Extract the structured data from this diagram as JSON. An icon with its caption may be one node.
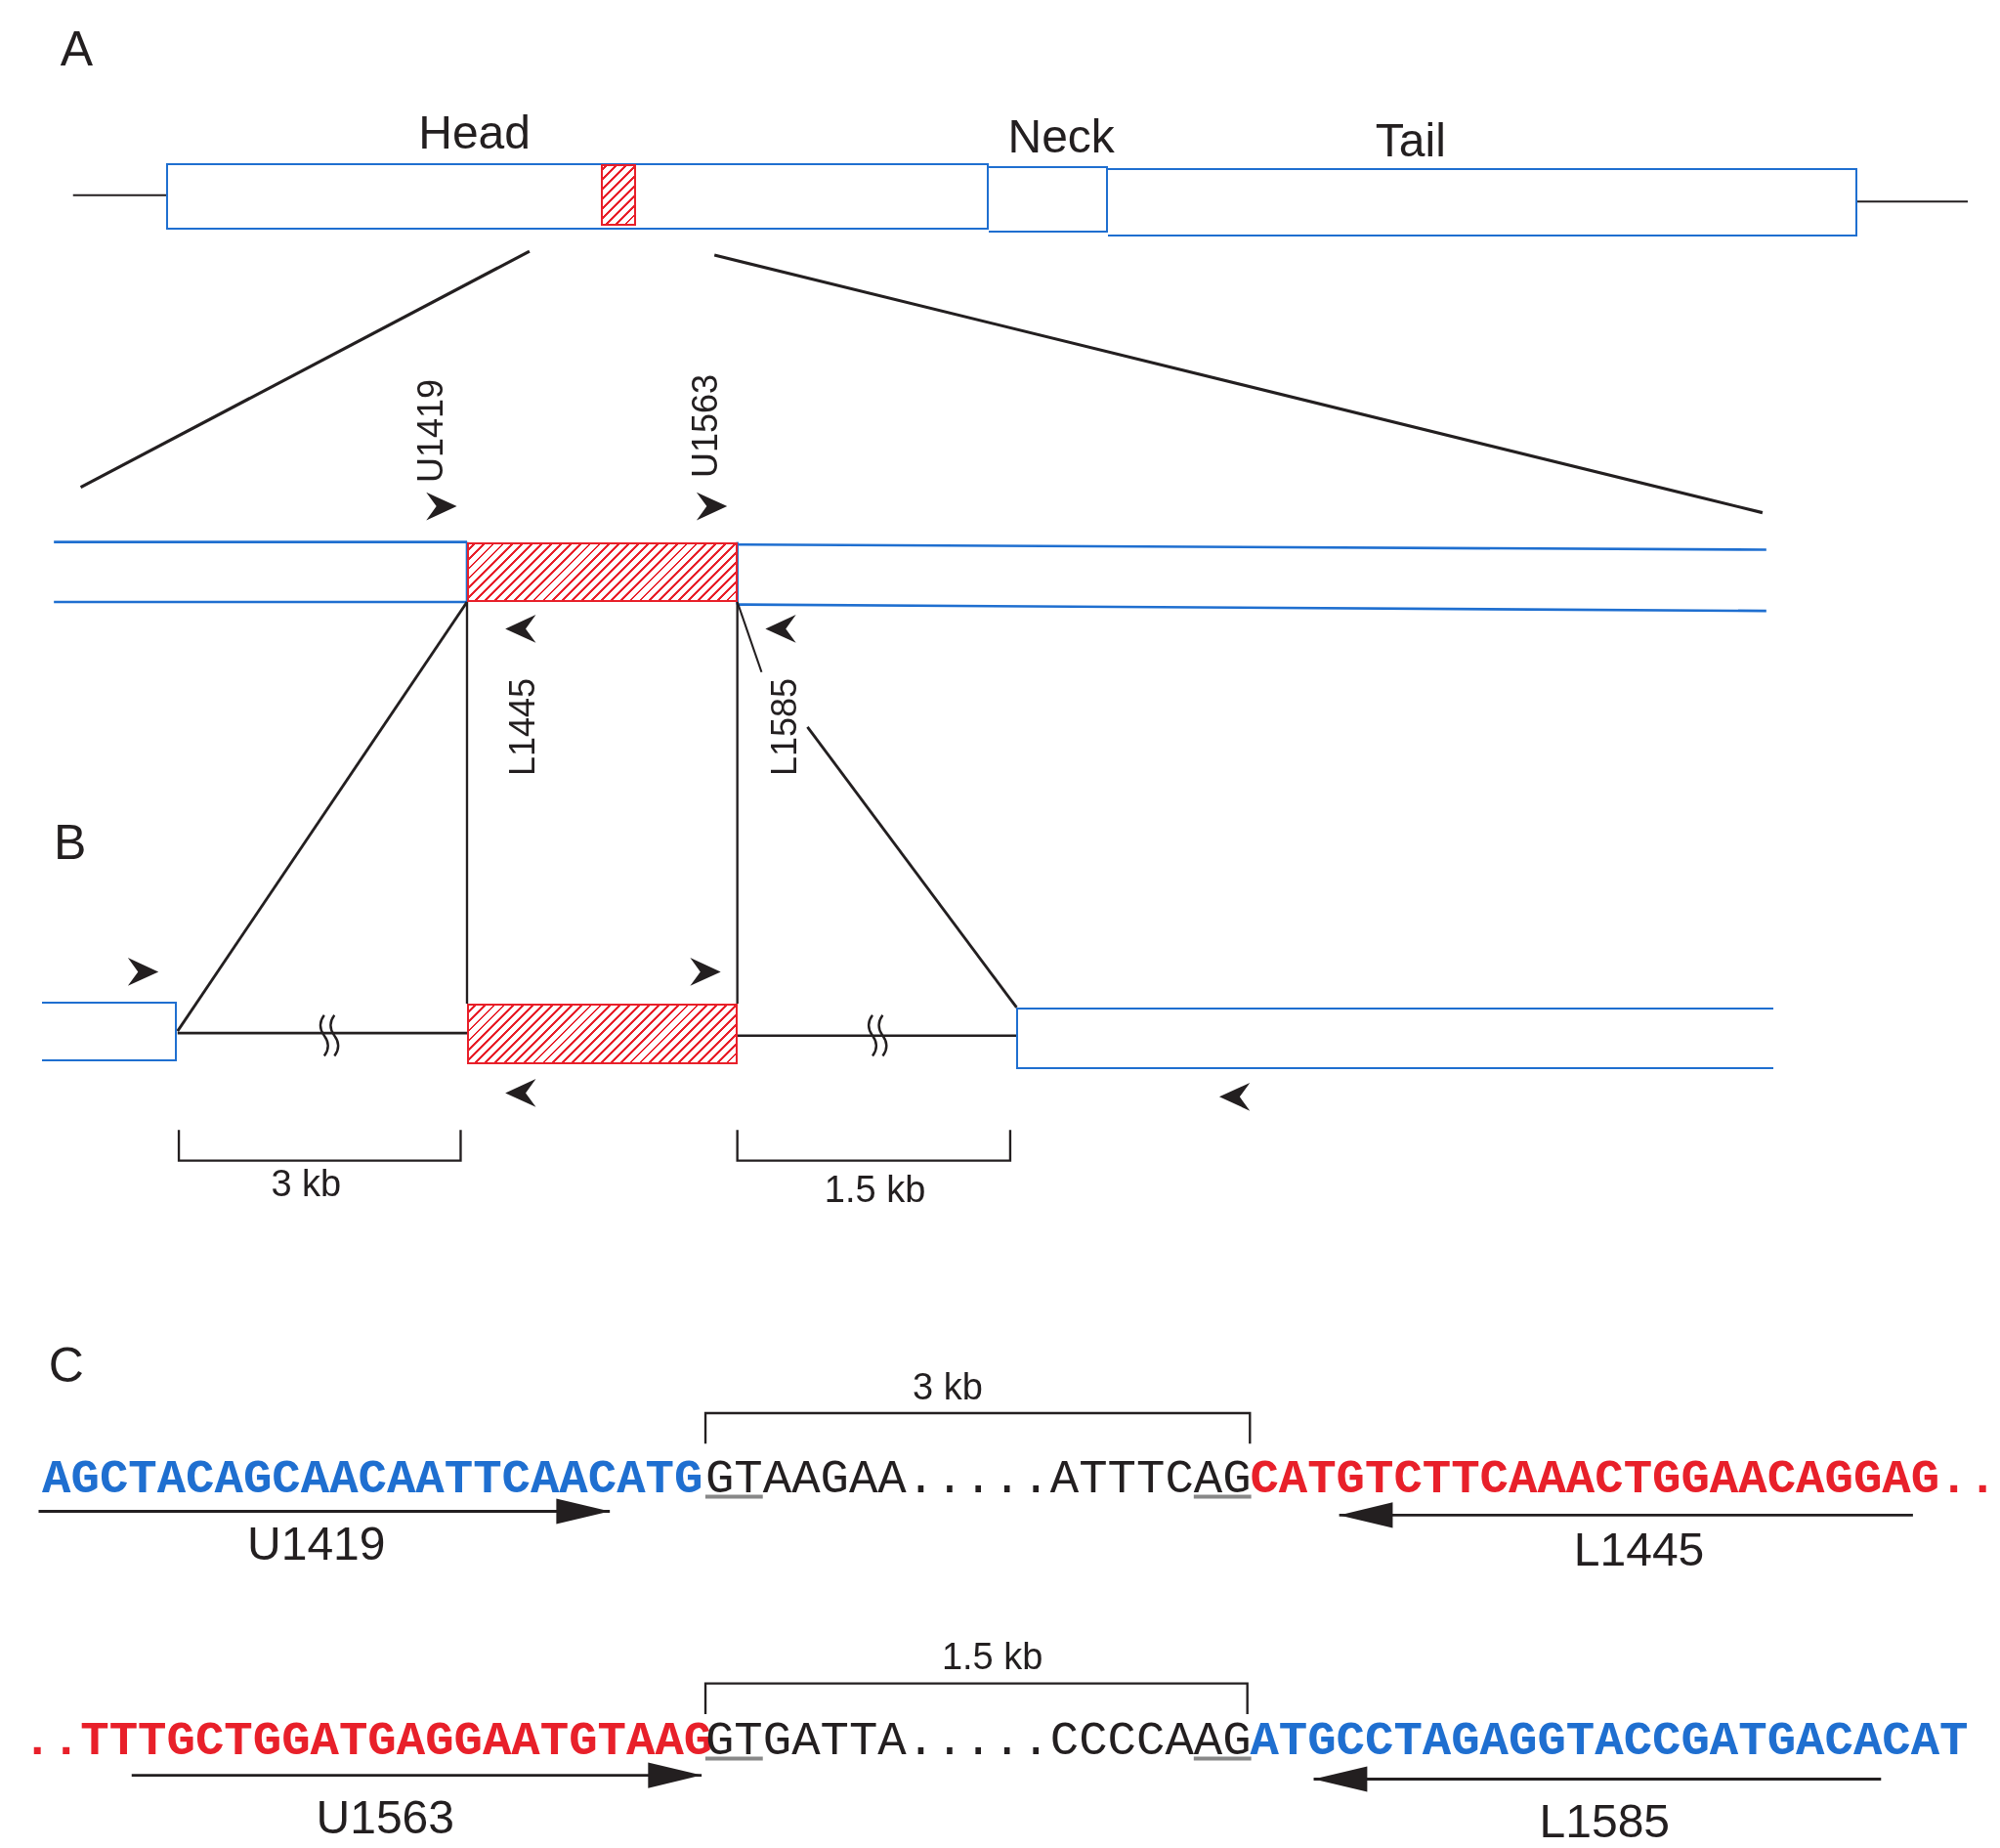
{
  "diagram": {
    "nodes": [
      {
        "text": [
          "Head"
        ]
      },
      {
        "text": [],
        "shape": "box",
        "in": 0
      },
      {
        "text": [
          "Neck"
        ]
      },
      {
        "text": [
          "Tail"
        ]
      },
      {
        "text": [],
        "shape": "box"
      },
      {
        "text": [
          "L1585"
        ]
      },
      {
        "text": [],
        "shape": "box"
      },
      {
        "text": [],
        "shape": "box"
      },
      {
        "text": [],
        "shape": "box"
      }
    ],
    "edges": [
      {
        "from": 4,
        "to": 6,
        "arrow": "none"
      },
      {
        "from": 4,
        "to": 7,
        "arrow": "none"
      },
      {
        "from": 4,
        "to": 7,
        "arrow": "none"
      },
      {
        "from": 6,
        "to": 7,
        "arrow": "none"
      },
      {
        "from": 7,
        "to": 8,
        "arrow": "none"
      },
      {
        "from": 5,
        "to": 4,
        "arrow": "none"
      },
      {
        "from": 5,
        "to": 8,
        "arrow": "none"
      }
    ],
    "labels": [
      "A",
      "U1419",
      "U1563",
      "L1445",
      "B",
      "3 kb",
      "1.5 kb",
      "C",
      "3 kb",
      "AGCTACAGCAACAATTCAACATG",
      "GTAAGAA.....ATTTCAG",
      "CATGTCTTCAAACTGGAACAGGAG..",
      "U1419",
      "L1445",
      "1.5 kb",
      "..TTTGCTGGATGAGGAATGTAAG",
      "GTGATTA.....CCCCAAG",
      "ATGCCTAGAGGTACCGATGACACAT",
      "U1563",
      "L1585"
    ]
  }
}
